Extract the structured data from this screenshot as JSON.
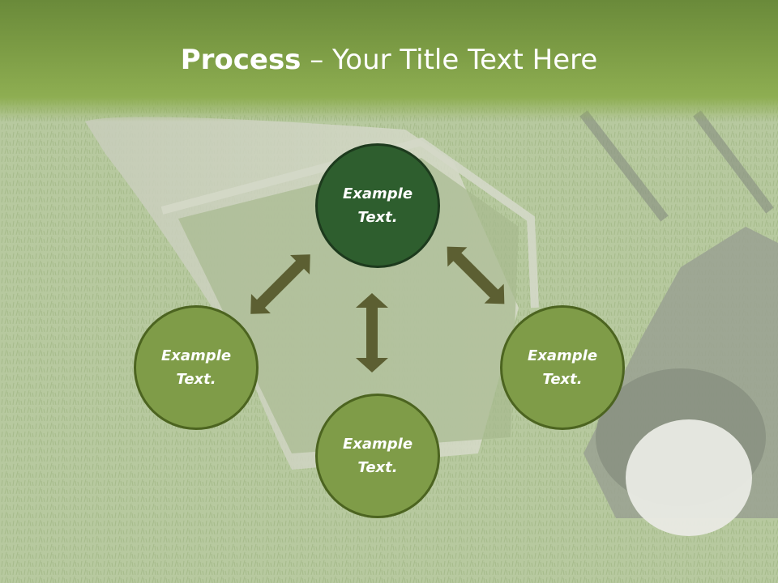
{
  "slide": {
    "title_bold": "Process",
    "title_rest": " – Your Title Text Here"
  },
  "nodes": {
    "top": {
      "line1": "Example",
      "line2": "Text."
    },
    "left": {
      "line1": "Example",
      "line2": "Text."
    },
    "right": {
      "line1": "Example",
      "line2": "Text."
    },
    "bottom": {
      "line1": "Example",
      "line2": "Text."
    }
  },
  "colors": {
    "header": "#7e9e46",
    "node_active": "#2e5e2e",
    "node": "#7f9c48",
    "node_border": "#4c6420",
    "arrow": "#5c5f32",
    "grass": "#b8c9a0"
  },
  "background_image": "lawn-mower-on-grass"
}
